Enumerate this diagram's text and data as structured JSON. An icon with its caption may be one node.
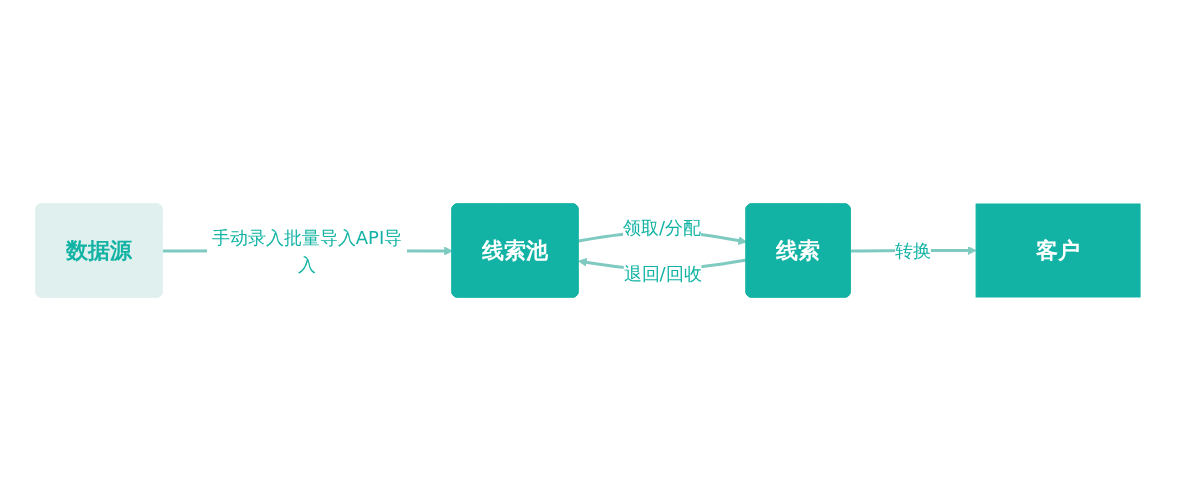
{
  "diagram": {
    "nodes": [
      {
        "text": [
          "数据源"
        ]
      },
      {
        "text": [
          "线索池"
        ]
      },
      {
        "text": [
          "线索"
        ]
      },
      {
        "text": [
          "客户"
        ]
      }
    ],
    "edges": [
      {
        "from": 0,
        "to": 1,
        "arrow": "to",
        "label": "手动录入批量导入API导入"
      },
      {
        "from": 2,
        "to": 1,
        "arrow": "to",
        "label": "退回/回收"
      },
      {
        "from": 1,
        "to": 2,
        "arrow": "to",
        "label": "领取/分配"
      },
      {
        "from": 2,
        "to": 3,
        "arrow": "to",
        "label": "转换"
      }
    ]
  }
}
